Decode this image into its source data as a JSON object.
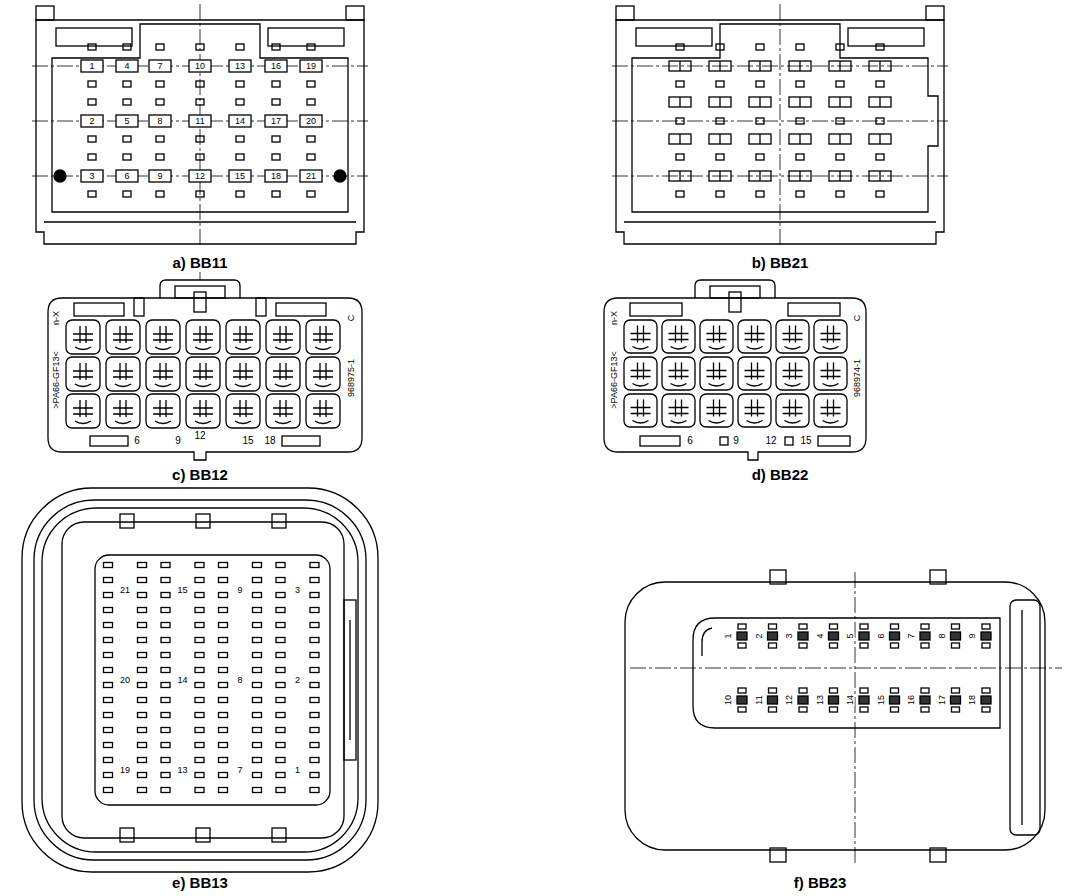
{
  "diagram": {
    "labels": [
      "1",
      "4",
      "7",
      "10",
      "13",
      "16",
      "19",
      "2",
      "5",
      "8",
      "11",
      "14",
      "17",
      "20",
      "3",
      "6",
      "9",
      "12",
      "15",
      "18",
      "21",
      "a) BB11",
      "b) BB21",
      "n-X",
      "C",
      ">PA66-GF13<",
      "968975-1",
      "6",
      "9",
      "12",
      "15",
      "18",
      "c) BB12",
      "n-X",
      "C",
      ">PA66-GF13<",
      "968974-1",
      "6",
      "9",
      "12",
      "15",
      "d) BB22",
      "21",
      "15",
      "9",
      "3",
      "20",
      "14",
      "8",
      "2",
      "19",
      "13",
      "7",
      "1",
      "e) BB13",
      "1",
      "2",
      "3",
      "4",
      "5",
      "6",
      "7",
      "8",
      "9",
      "10",
      "11",
      "12",
      "13",
      "14",
      "15",
      "16",
      "17",
      "18",
      "f) BB23"
    ]
  }
}
